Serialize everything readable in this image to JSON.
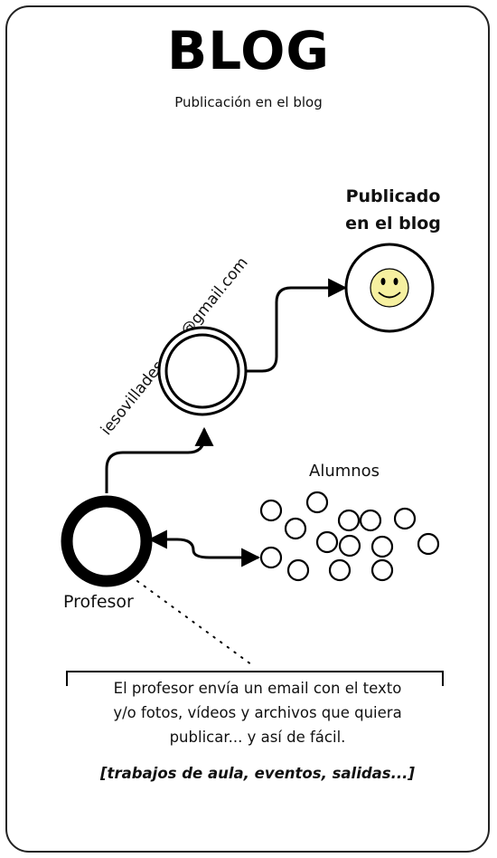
{
  "title": "BLOG",
  "subtitle": "Publicación en el blog",
  "published_label": [
    "Publicado",
    "en el blog"
  ],
  "email": "iesovilladesotillo@gmail.com",
  "students_label": "Alumnos",
  "teacher_label": "Profesor",
  "description": [
    "El profesor envía un email con el texto",
    "y/o fotos, vídeos y archivos que quiera",
    "publicar... y así de fácil."
  ],
  "examples": "[trabajos de aula, eventos, salidas...]",
  "colors": {
    "smiley_fill": "#f6f0a0",
    "stroke": "#000000"
  }
}
